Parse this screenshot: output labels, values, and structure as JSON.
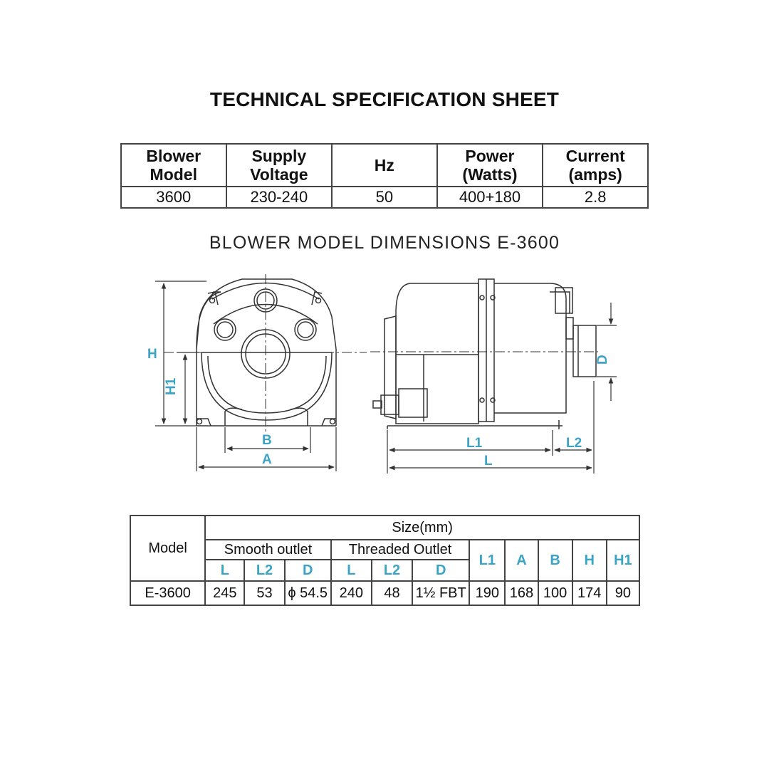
{
  "title": "TECHNICAL SPECIFICATION SHEET",
  "spec_table": {
    "headers": {
      "model_l1": "Blower",
      "model_l2": "Model",
      "voltage_l1": "Supply",
      "voltage_l2": "Voltage",
      "hz": "Hz",
      "power_l1": "Power",
      "power_l2": "(Watts)",
      "current_l1": "Current",
      "current_l2": "(amps)"
    },
    "row": {
      "model": "3600",
      "voltage": "230-240",
      "hz": "50",
      "power": "400+180",
      "current": "2.8"
    }
  },
  "dimensions_title": "BLOWER MODEL DIMENSIONS E-3600",
  "drawing_labels": {
    "h": "H",
    "h1": "H1",
    "a": "A",
    "b": "B",
    "l1": "L1",
    "l2": "L2",
    "l": "L",
    "d": "D"
  },
  "size_table": {
    "model_header": "Model",
    "size_header": "Size(mm)",
    "smooth_header": "Smooth outlet",
    "threaded_header": "Threaded Outlet",
    "sub": {
      "s_l": "L",
      "s_l2": "L2",
      "s_d": "D",
      "t_l": "L",
      "t_l2": "L2",
      "t_d": "D",
      "l1": "L1",
      "a": "A",
      "b": "B",
      "h": "H",
      "h1": "H1"
    },
    "row": {
      "model": "E-3600",
      "s_l": "245",
      "s_l2": "53",
      "s_d": "ϕ 54.5",
      "t_l": "240",
      "t_l2": "48",
      "t_d": "1½ FBT",
      "l1": "190",
      "a": "168",
      "b": "100",
      "h": "174",
      "h1": "90"
    }
  },
  "colors": {
    "dimension": "#3aa3c6",
    "line": "#444444"
  }
}
